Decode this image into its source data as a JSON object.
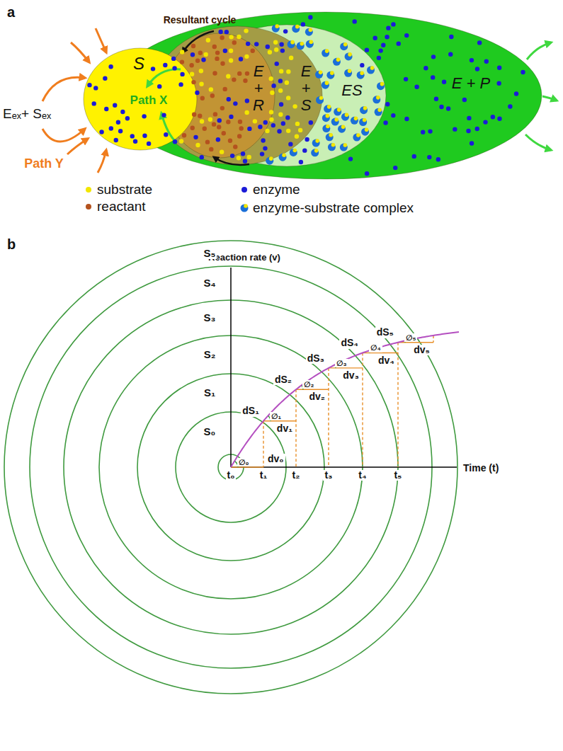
{
  "diagram": {
    "nodes": [
      {
        "text": [
          "E + P"
        ]
      },
      {
        "text": [
          "ES"
        ],
        "in": 0
      },
      {
        "text": [
          "E + S"
        ],
        "in": 0
      },
      {
        "text": [
          "E + R"
        ],
        "in": 2
      },
      {
        "text": [
          "S"
        ]
      }
    ],
    "labels": [
      "a",
      "Resultant cycle",
      "Path X",
      "Path Y",
      "Eₑₓ+ Sₑₓ",
      "b",
      "Reaction rate (v)",
      "Time (t)",
      "S₅",
      "S₄",
      "S₃",
      "S₂",
      "S₁",
      "S₀",
      "t₀",
      "t₁",
      "t₂",
      "t₃",
      "t₄",
      "t₅",
      "dS₁",
      "dS₂",
      "dS₃",
      "dS₄",
      "dS₅",
      "dv₀",
      "dv₁",
      "dv₂",
      "dv₃",
      "dv₄",
      "dv₅",
      "∅₀",
      "∅₁",
      "∅₂",
      "∅₃",
      "∅₄",
      "∅₅"
    ],
    "legend": [
      {
        "text": "substrate",
        "color": "#f2e600"
      },
      {
        "text": "enzyme",
        "color": "#1b1bd8"
      },
      {
        "text": "reactant",
        "color": "#b4521e"
      },
      {
        "text": "enzyme-substrate complex"
      }
    ]
  }
}
